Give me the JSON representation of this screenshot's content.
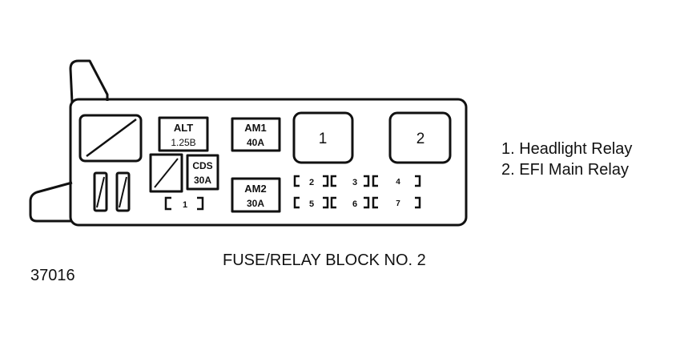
{
  "diagram": {
    "caption": "FUSE/RELAY BLOCK NO. 2",
    "figure_id": "37016",
    "legend": [
      "1. Headlight Relay",
      "2. EFI Main Relay"
    ],
    "fuses": {
      "alt": {
        "name": "ALT",
        "rating": "1.25B"
      },
      "cds": {
        "name": "CDS",
        "rating": "30A"
      },
      "am1": {
        "name": "AM1",
        "rating": "40A"
      },
      "am2": {
        "name": "AM2",
        "rating": "30A"
      }
    },
    "relays": {
      "relay1": "1",
      "relay2": "2"
    },
    "slots": {
      "s1": "1",
      "s2": "2",
      "s3": "3",
      "s4": "4",
      "s5": "5",
      "s6": "6",
      "s7": "7"
    }
  }
}
